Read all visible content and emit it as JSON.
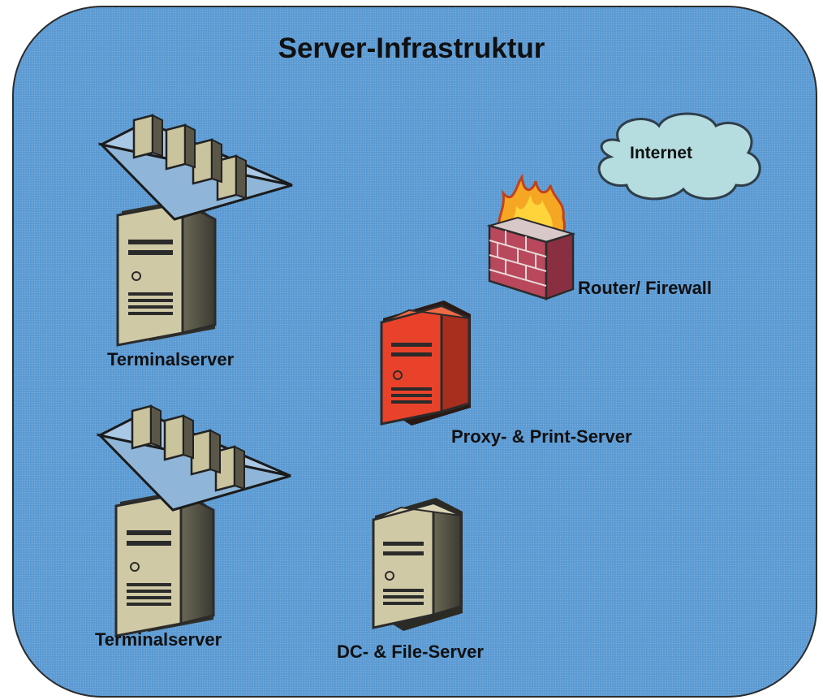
{
  "title": "Server-Infrastruktur",
  "nodes": {
    "terminalserver_1": "Terminalserver",
    "terminalserver_2": "Terminalserver",
    "proxy_print_server": "Proxy- & Print-Server",
    "dc_file_server": "DC- & File-Server",
    "router_firewall": "Router/ Firewall",
    "internet": "Internet"
  },
  "colors": {
    "background": "#5b9bd5",
    "server_beige": "#c9c39e",
    "proxy_red": "#e8432a",
    "cloud": "#b5dde0",
    "firewall_brick": "#b9485d",
    "flame": "#f5a623"
  },
  "icons": [
    "server-farm-icon",
    "server-tower-icon",
    "red-server-icon",
    "firewall-icon",
    "cloud-icon"
  ]
}
